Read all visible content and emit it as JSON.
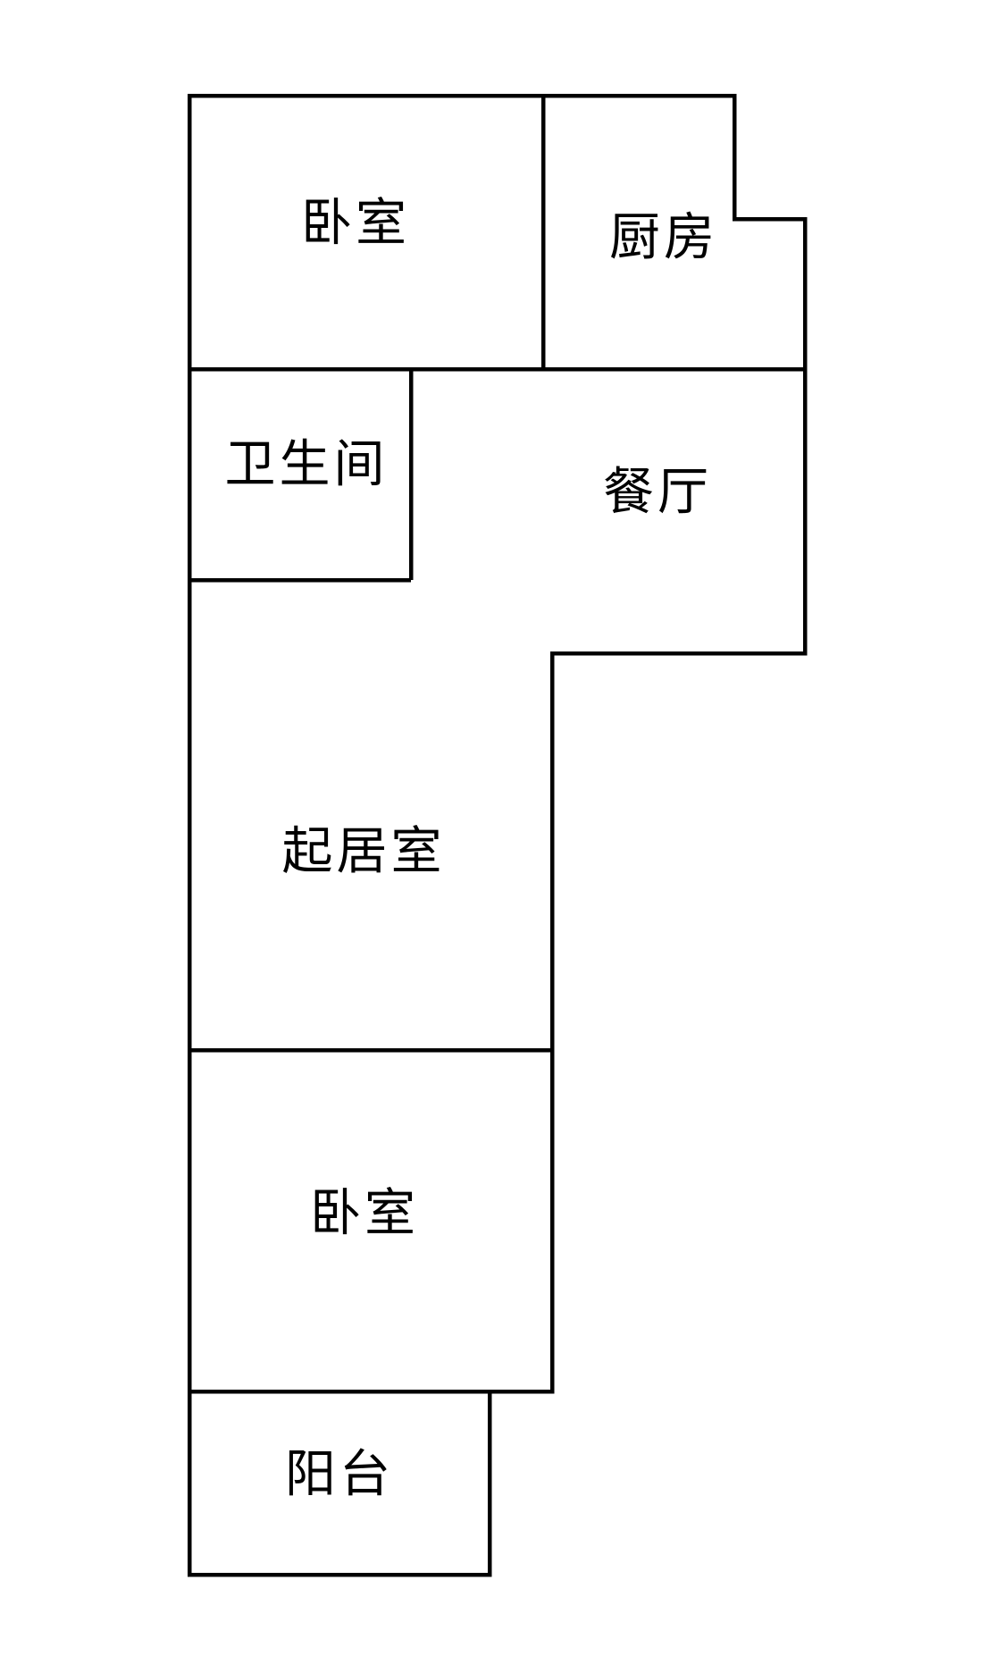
{
  "diagram": {
    "type": "floor-plan",
    "background_color": "#ffffff",
    "wall_color": "#000000"
  },
  "rooms": [
    {
      "id": "bedroom-top",
      "label": "卧室"
    },
    {
      "id": "kitchen",
      "label": "厨房"
    },
    {
      "id": "bathroom",
      "label": "卫生间"
    },
    {
      "id": "dining-room",
      "label": "餐厅"
    },
    {
      "id": "living-room",
      "label": "起居室"
    },
    {
      "id": "bedroom-lower",
      "label": "卧室"
    },
    {
      "id": "balcony",
      "label": "阳台"
    }
  ]
}
